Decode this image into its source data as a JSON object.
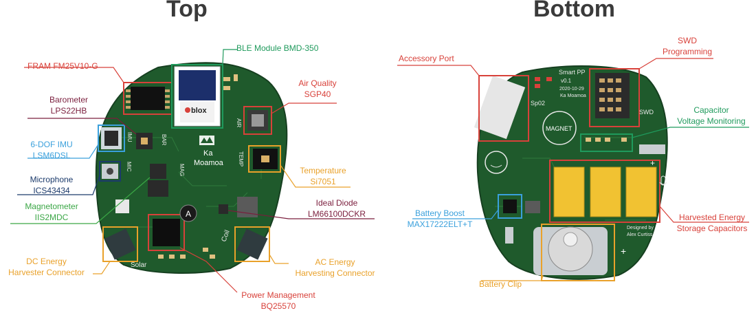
{
  "headings": {
    "top": "Top",
    "bottom": "Bottom"
  },
  "colors": {
    "board": "#1f5a2c",
    "board_edge": "#163f20",
    "red": "#d8413a",
    "green": "#1f9a5c",
    "blue": "#3aa0dc",
    "orange": "#e9a12a",
    "navy": "#1b3a6b",
    "maroon": "#7a1d3c",
    "lime": "#3aa645"
  },
  "top_board": {
    "silk": {
      "ublox": "blox",
      "ka": "Ka",
      "moamoa": "Moamoa",
      "air": "AIR",
      "imu": "IMU",
      "bar": "BAR",
      "mic": "MIC",
      "mag": "MAG",
      "temp": "TEMP",
      "coil": "Coil",
      "solar": "Solar"
    }
  },
  "bottom_board": {
    "silk": {
      "smart_pp": "Smart PP",
      "version": "v0.1",
      "date": "2020-10-29",
      "ka_moamoa": "Ka Moamoa",
      "sp02": "Sp02",
      "swd": "SWD",
      "magnet": "MAGNET",
      "designed_by": "Designed by",
      "author": "Alex Curtiss",
      "plus": "+"
    }
  },
  "callouts_top": {
    "fram": "FRAM FM25V10-G",
    "ble": "BLE Module BMD-350",
    "barometer_1": "Barometer",
    "barometer_2": "LPS22HB",
    "air_quality_1": "Air Quality",
    "air_quality_2": "SGP40",
    "imu_1": "6-DOF IMU",
    "imu_2": "LSM6DSL",
    "temperature_1": "Temperature",
    "temperature_2": "Si7051",
    "microphone_1": "Microphone",
    "microphone_2": "ICS43434",
    "ideal_diode_1": "Ideal Diode",
    "ideal_diode_2": "LM66100DCKR",
    "magnetometer_1": "Magnetometer",
    "magnetometer_2": "IIS2MDC",
    "dc_energy_1": "DC Energy",
    "dc_energy_2": "Harvester Connector",
    "ac_energy_1": "AC Energy",
    "ac_energy_2": "Harvesting Connector",
    "power_mgmt_1": "Power Management",
    "power_mgmt_2": "BQ25570"
  },
  "callouts_bottom": {
    "accessory_port": "Accessory Port",
    "swd_1": "SWD",
    "swd_2": "Programming",
    "capacitor_1": "Capacitor",
    "capacitor_2": "Voltage Monitoring",
    "battery_boost_1": "Battery Boost",
    "battery_boost_2": "MAX17222ELT+T",
    "harvested_1": "Harvested Energy",
    "harvested_2": "Storage Capacitors",
    "battery_clip": "Battery Clip"
  }
}
